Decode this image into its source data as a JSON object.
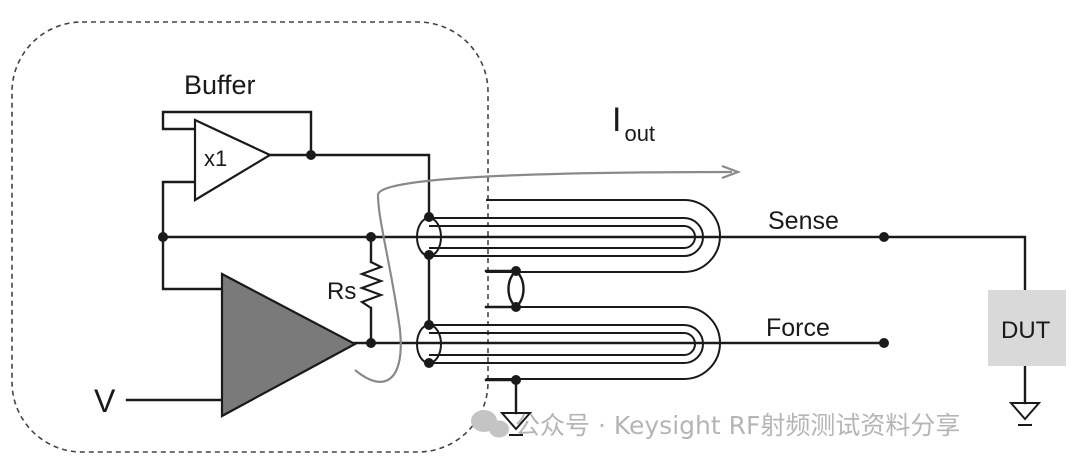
{
  "labels": {
    "buffer": "Buffer",
    "buffer_gain": "x1",
    "current": "I",
    "current_sub": "out",
    "resistor": "Rs",
    "voltage": "V",
    "sense": "Sense",
    "force": "Force",
    "dut": "DUT"
  },
  "watermark": {
    "text": "公众号 · Keysight RF射频测试资料分享"
  },
  "colors": {
    "line": "#1a1a1a",
    "amplifier_fill": "#7a7a7a",
    "dut_fill": "#d9d9d9",
    "current_arrow": "#8a8a8a",
    "boundary": "#444444",
    "watermark": "#b5b5b5"
  }
}
